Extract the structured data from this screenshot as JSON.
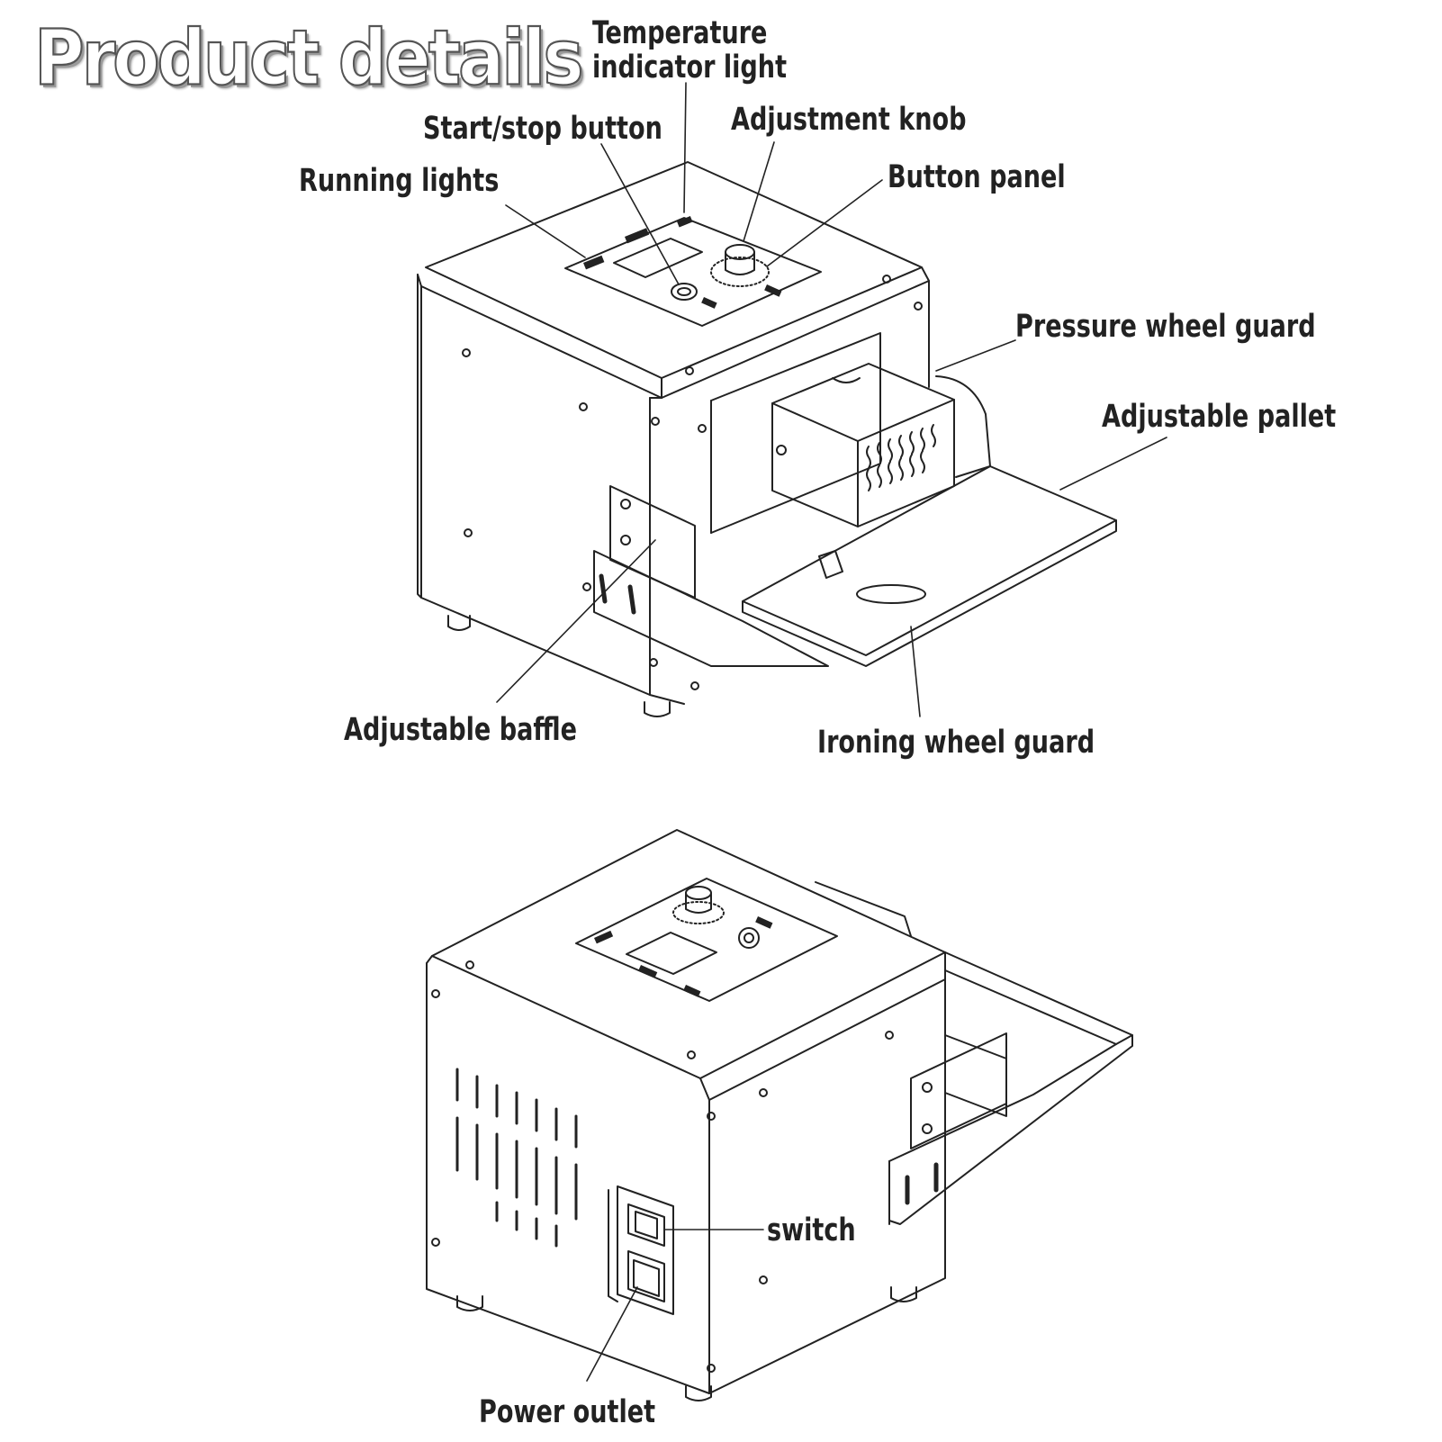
{
  "title": "Product details",
  "callouts": {
    "temperature_indicator_light": "Temperature indicator light",
    "start_stop_button": "Start/stop button",
    "adjustment_knob": "Adjustment knob",
    "running_lights": "Running lights",
    "button_panel": "Button panel",
    "pressure_wheel_guard": "Pressure wheel guard",
    "adjustable_pallet": "Adjustable pallet",
    "adjustable_baffle": "Adjustable baffle",
    "ironing_wheel_guard": "Ironing wheel guard",
    "switch": "switch",
    "power_outlet": "Power outlet"
  },
  "colors": {
    "line": "#222222",
    "label": "#222222",
    "background": "#ffffff"
  }
}
